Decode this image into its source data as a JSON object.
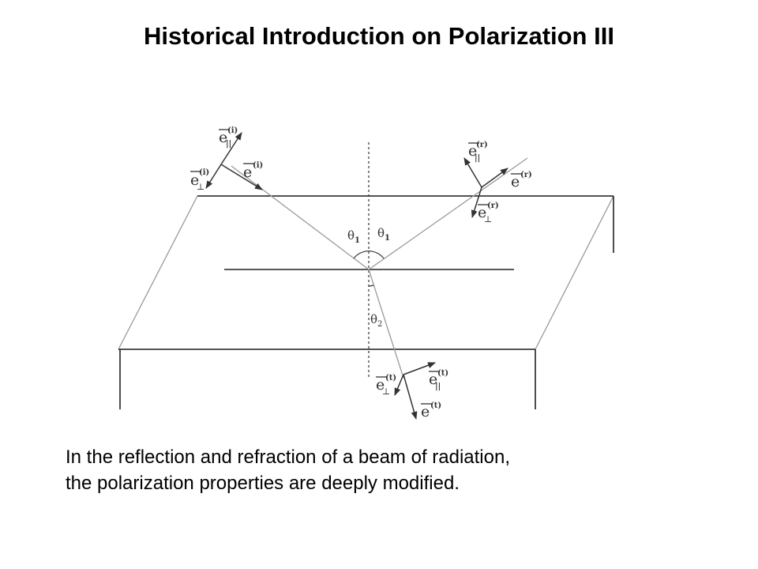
{
  "slide": {
    "title": "Historical Introduction on Polarization III",
    "caption_line1": "In the reflection and refraction of a beam of radiation,",
    "caption_line2": "the polarization properties are deeply modified."
  },
  "diagram": {
    "labels": {
      "e_symbol": "e",
      "parallel": "||",
      "perp": "⊥",
      "incident_sup": "(i)",
      "reflected_sup": "(r)",
      "transmitted_sup": "(t)",
      "theta1": "θ",
      "theta1_sub": "1",
      "theta2": "θ",
      "theta2_sub": "2"
    },
    "colors": {
      "line": "#9a9a9a",
      "dark": "#222222",
      "arrow": "#333333"
    }
  }
}
